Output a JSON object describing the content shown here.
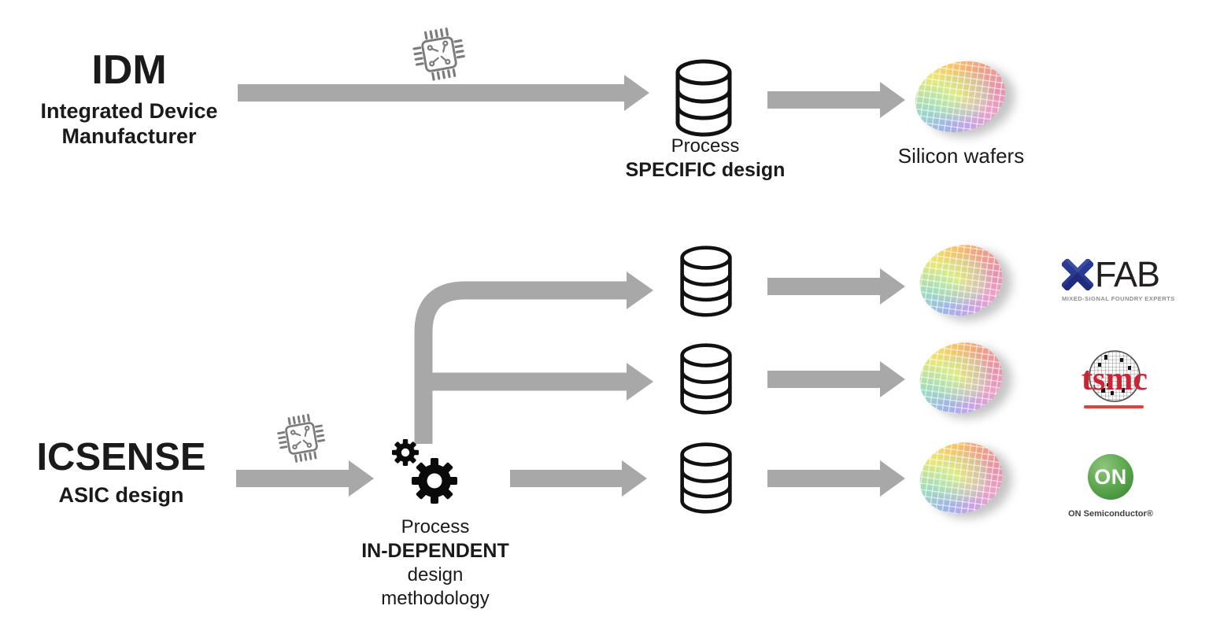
{
  "colors": {
    "arrow": "#a8a8a8",
    "chip_icon": "#7c7c7c",
    "db_stroke": "#111111",
    "gear_black": "#0a0a0a",
    "xfab_blue_light": "#3c4ca5",
    "xfab_blue_dark": "#1f2c7d",
    "tsmc_red": "#cf2233",
    "on_green": "#4f9e45"
  },
  "idm": {
    "title": "IDM",
    "subtitle": "Integrated Device Manufacturer"
  },
  "idm_process": {
    "line1": "Process",
    "line2": "SPECIFIC design"
  },
  "wafer_caption": "Silicon wafers",
  "icsense": {
    "title": "ICSENSE",
    "subtitle": "ASIC design"
  },
  "icsense_process": {
    "line1": "Process",
    "line2": "IN-DEPENDENT",
    "line3": "design methodology"
  },
  "foundries": {
    "xfab": {
      "name": "X-FAB",
      "wordmark": "FAB",
      "tagline": "MIXED-SIGNAL FOUNDRY EXPERTS"
    },
    "tsmc": {
      "name": "TSMC",
      "wordmark": "tsmc"
    },
    "onsemi": {
      "name": "ON Semiconductor",
      "wordmark": "ON",
      "caption": "ON Semiconductor®"
    }
  }
}
